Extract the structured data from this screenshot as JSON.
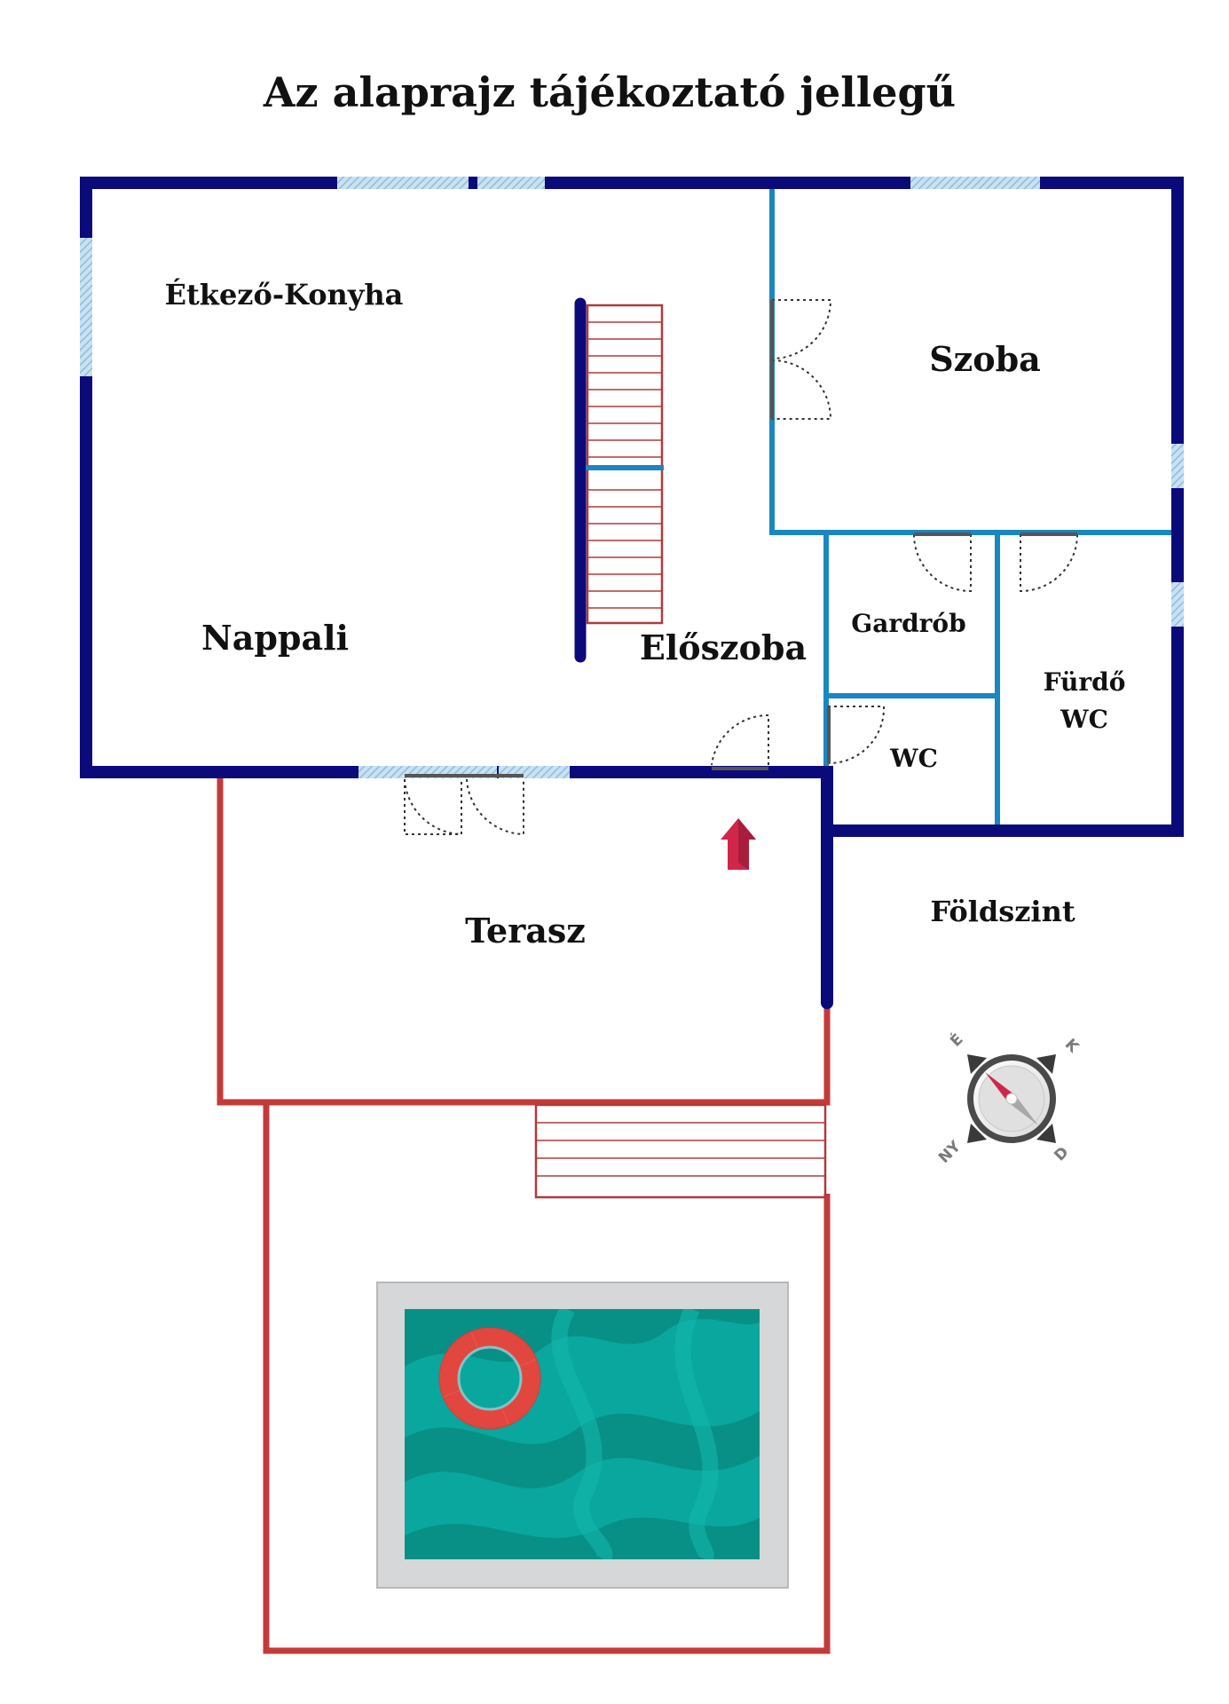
{
  "title": "Az alaprajz tájékoztató jellegű",
  "floor_label": "Földszint",
  "rooms": {
    "etkezo_konyha": "Étkező-Konyha",
    "nappali": "Nappali",
    "eloszoba": "Előszoba",
    "szoba": "Szoba",
    "gardrob": "Gardrób",
    "furdo_line1": "Fürdő",
    "furdo_line2": "WC",
    "wc": "WC",
    "terasz": "Terasz"
  },
  "compass": {
    "north": "É",
    "east": "K",
    "south": "D",
    "west": "NY"
  },
  "colors": {
    "outer_wall": "#0a0a7a",
    "inner_wall": "#1a87c2",
    "terrace_line": "#c43a3a",
    "stair_line": "#b03a3a",
    "window": "#a8cde6",
    "entrance_arrow": "#d0264a",
    "pool_water": "#0aa79e",
    "pool_deck": "#d6d7d8"
  }
}
